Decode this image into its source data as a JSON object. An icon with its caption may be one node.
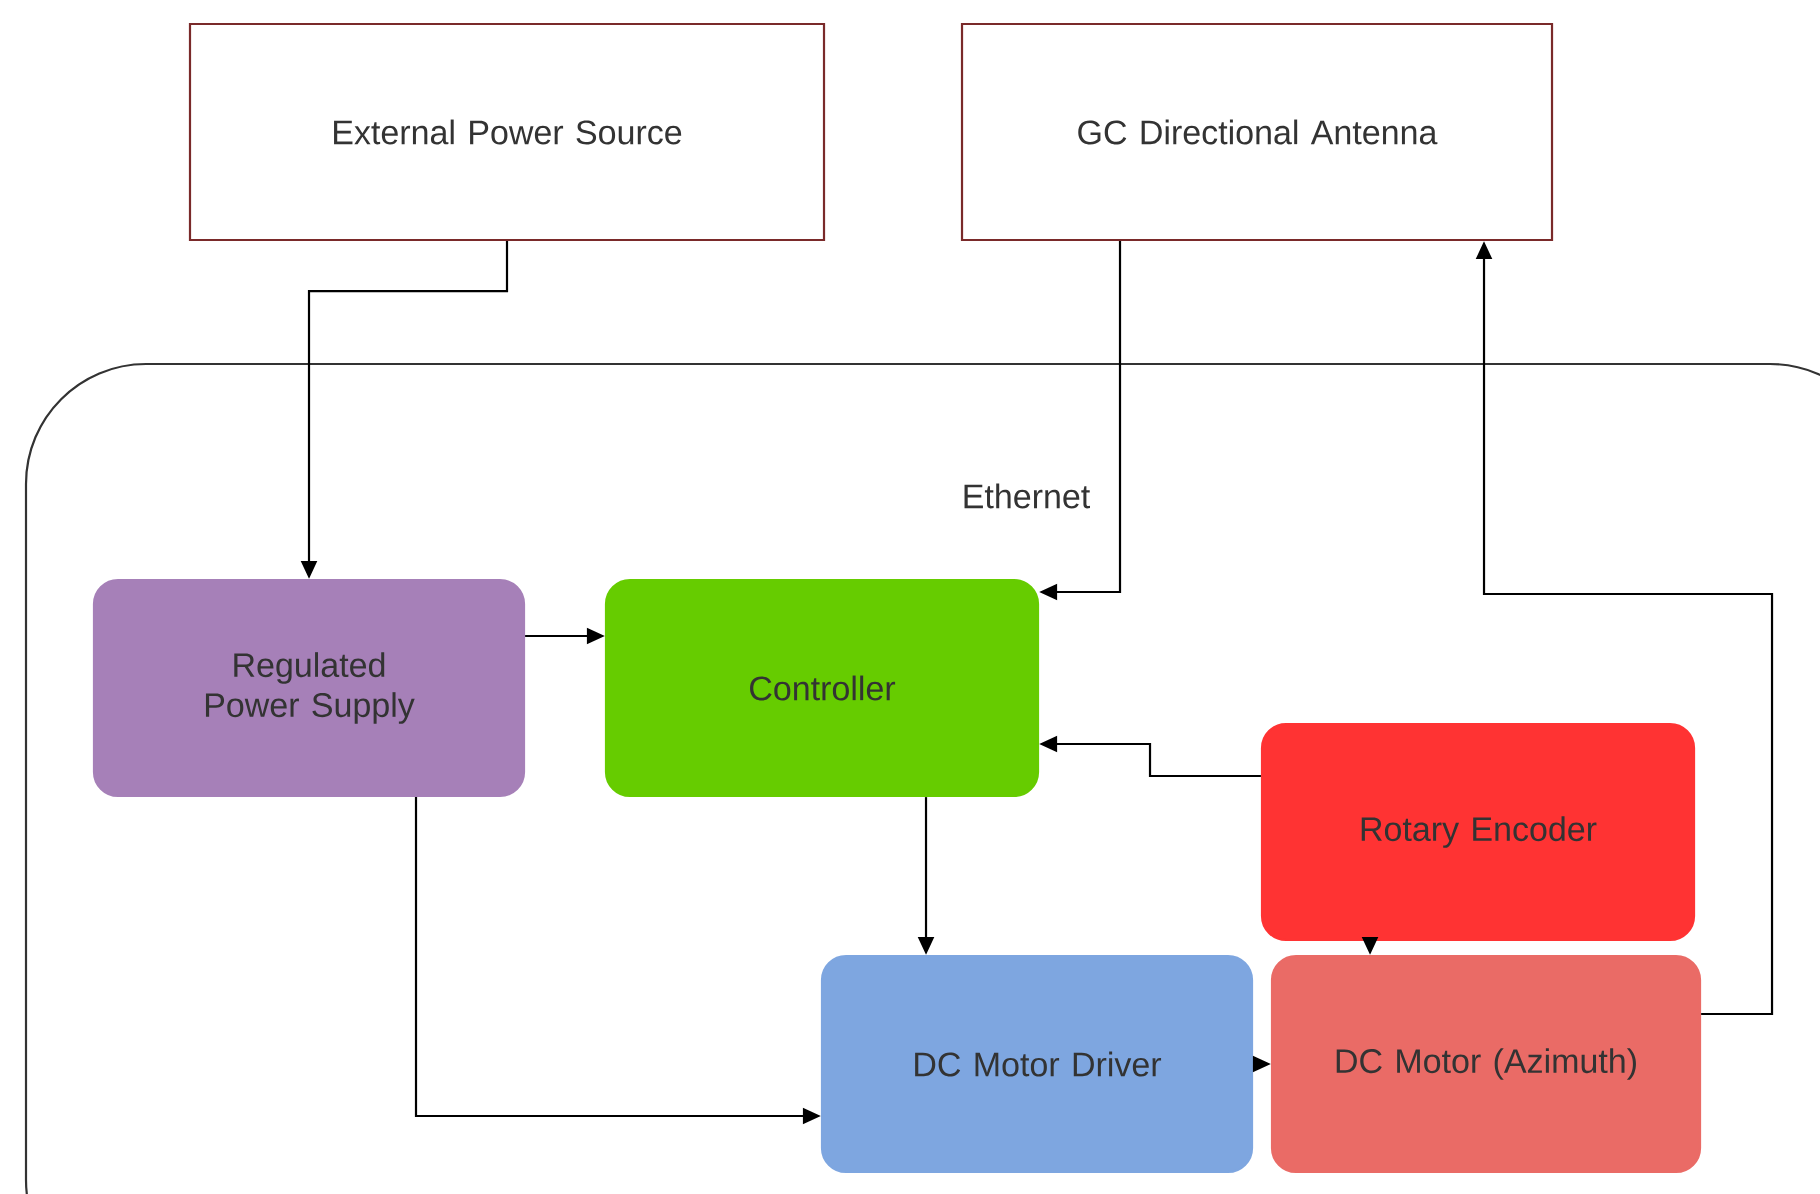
{
  "diagram": {
    "nodes": [
      {
        "text": [
          "External Power Source"
        ]
      },
      {
        "text": [
          "GC Directional Antenna"
        ]
      },
      {
        "text": [],
        "shape": "box"
      },
      {
        "text": [
          "Regulated Power Supply"
        ],
        "in": 2
      },
      {
        "text": [
          "Controller"
        ],
        "in": 2
      },
      {
        "text": [
          "Rotary Encoder"
        ],
        "in": 2
      },
      {
        "text": [
          "DC Motor Driver"
        ],
        "in": 2
      },
      {
        "text": [
          "DC Motor (Azimuth)"
        ],
        "in": 2
      }
    ],
    "edges": [
      {
        "from": 0,
        "to": 3,
        "arrow": "to"
      },
      {
        "from": 1,
        "to": 4,
        "arrow": "to",
        "label": "Ethernet"
      },
      {
        "from": 3,
        "to": 4,
        "arrow": "to"
      },
      {
        "from": 5,
        "to": 4,
        "arrow": "to"
      },
      {
        "from": 4,
        "to": 6,
        "arrow": "to"
      },
      {
        "from": 5,
        "to": 7,
        "arrow": "to"
      },
      {
        "from": 6,
        "to": 7,
        "arrow": "to"
      },
      {
        "from": 3,
        "to": 6,
        "arrow": "to"
      },
      {
        "from": 7,
        "to": 1,
        "arrow": "to"
      }
    ]
  }
}
